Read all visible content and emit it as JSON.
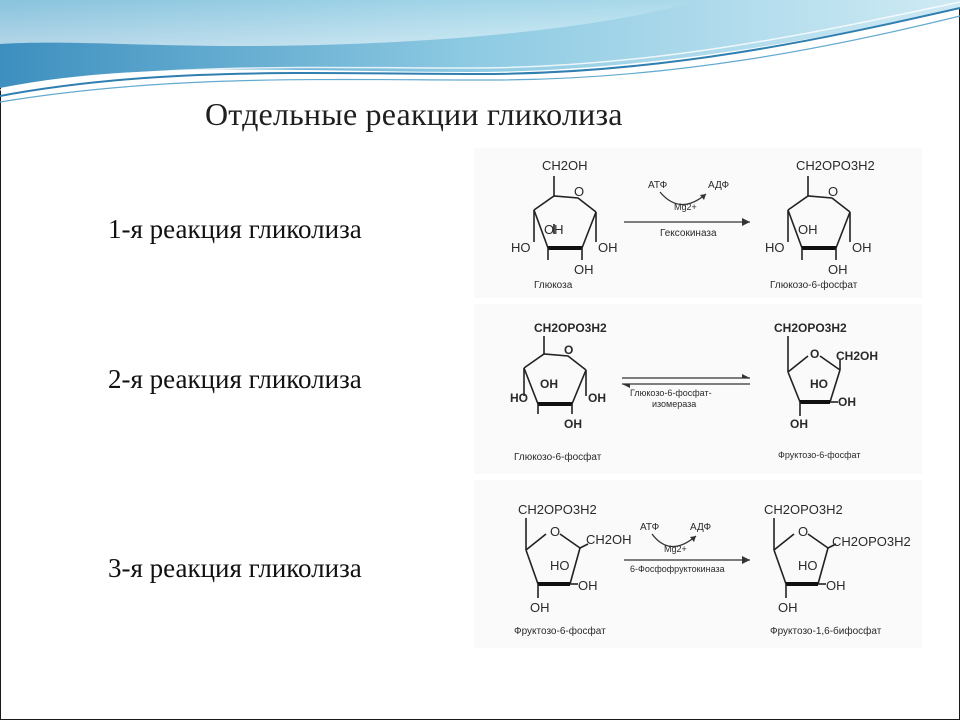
{
  "slide": {
    "title": "Отдельные реакции гликолиза",
    "reactions": [
      {
        "label": "1-я реакция гликолиза",
        "substrate": {
          "top_group": "CH2OH",
          "ring_o": "O",
          "left_oh": "HO",
          "inner_oh": "OH",
          "right_oh": "OH",
          "bottom_oh": "OH",
          "name": "Глюкоза"
        },
        "cofactor_in": "АТФ",
        "cofactor_out": "АДФ",
        "metal": "Mg2+",
        "enzyme": "Гексокиназа",
        "product": {
          "top_group": "CH2OPO3H2",
          "ring_o": "O",
          "left_oh": "HO",
          "inner_oh": "OH",
          "right_oh": "OH",
          "bottom_oh": "OH",
          "name": "Глюкозо-6-фосфат"
        }
      },
      {
        "label": "2-я реакция гликолиза",
        "substrate": {
          "top_group": "CH2OPO3H2",
          "ring_o": "O",
          "left_oh": "HO",
          "inner_oh": "OH",
          "right_oh": "OH",
          "bottom_oh": "OH",
          "name": "Глюкозо-6-фосфат"
        },
        "enzyme_line1": "Глюкозо-6-фосфат-",
        "enzyme_line2": "изомераза",
        "product": {
          "top_group": "CH2OPO3H2",
          "ring_o": "O",
          "side_group": "CH2OH",
          "inner_ho": "HO",
          "right_oh": "OH",
          "bottom_oh": "OH",
          "name": "Фруктозо-6-фосфат"
        }
      },
      {
        "label": "3-я реакция гликолиза",
        "substrate": {
          "top_group": "CH2OPO3H2",
          "ring_o": "O",
          "side_group": "CH2OH",
          "inner_ho": "HO",
          "right_oh": "OH",
          "bottom_oh": "OH",
          "name": "Фруктозо-6-фосфат"
        },
        "cofactor_in": "АТФ",
        "cofactor_out": "АДФ",
        "metal": "Mg2+",
        "enzyme": "6-Фосфофруктокиназа",
        "product": {
          "top_group": "CH2OPO3H2",
          "ring_o": "O",
          "side_group": "CH2OPO3H2",
          "inner_ho": "HO",
          "right_oh": "OH",
          "bottom_oh": "OH",
          "name": "Фруктозо-1,6-бифосфат"
        }
      }
    ]
  }
}
